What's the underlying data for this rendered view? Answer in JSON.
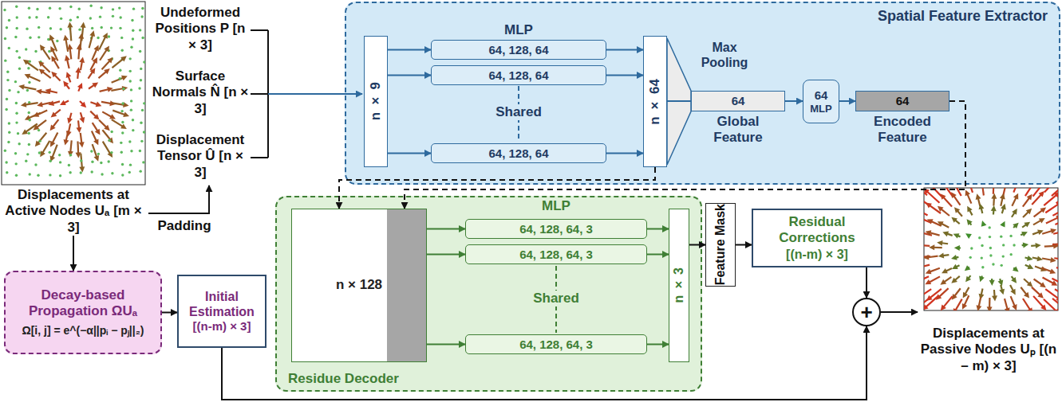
{
  "diagram": {
    "nodes": [
      {
        "text": [
          "Displacements at Active Nodes Uₐ [m × 3]"
        ]
      },
      {
        "text": [
          "Spatial Feature Extractor"
        ]
      },
      {
        "text": [
          "n × 9"
        ],
        "in": 1
      },
      {
        "text": [
          "64, 128, 64"
        ],
        "in": 1
      },
      {
        "text": [
          "64, 128, 64"
        ],
        "in": 1
      },
      {
        "text": [
          "64, 128, 64"
        ],
        "in": 1
      },
      {
        "text": [
          "n × 64"
        ],
        "in": 1
      },
      {
        "text": [
          "64",
          "Global Feature"
        ],
        "in": 1
      },
      {
        "text": [
          "64",
          "MLP"
        ],
        "in": 1
      },
      {
        "text": [
          "64",
          "Encoded Feature"
        ],
        "in": 1
      },
      {
        "text": [
          "Residue Decoder"
        ]
      },
      {
        "text": [
          "n × 128"
        ],
        "in": 10
      },
      {
        "text": [
          "64, 128, 64, 3"
        ],
        "in": 10
      },
      {
        "text": [
          "64, 128, 64, 3"
        ],
        "in": 10
      },
      {
        "text": [
          "64, 128, 64, 3"
        ],
        "in": 10
      },
      {
        "text": [
          "n × 3"
        ],
        "in": 10
      },
      {
        "text": [
          "Decay-based Propagation ΩUₐ",
          "Ω[i, j] = e^(−α||pᵢ − pⱼ||₂)"
        ]
      },
      {
        "text": [
          "Initial Estimation",
          "[(n-m) × 3]"
        ]
      },
      {
        "text": [
          "Feature Mask"
        ]
      },
      {
        "text": [
          "Residual Corrections",
          "[(n-m) × 3]"
        ]
      },
      {
        "text": [
          "+"
        ]
      },
      {
        "text": [
          "Displacements at Passive Nodes Uₚ [(n – m) × 3]"
        ]
      }
    ],
    "edges": [
      {
        "from": 2,
        "to": 3,
        "arrow": "to"
      },
      {
        "from": 2,
        "to": 4,
        "arrow": "to"
      },
      {
        "from": 2,
        "to": 5,
        "arrow": "to"
      },
      {
        "from": 3,
        "to": 6,
        "arrow": "to"
      },
      {
        "from": 4,
        "to": 6,
        "arrow": "to"
      },
      {
        "from": 5,
        "to": 6,
        "arrow": "to"
      },
      {
        "from": 6,
        "to": 7,
        "arrow": "none"
      },
      {
        "from": 7,
        "to": 8,
        "arrow": "to"
      },
      {
        "from": 8,
        "to": 9,
        "arrow": "to"
      },
      {
        "from": 6,
        "to": 11,
        "arrow": "to"
      },
      {
        "from": 9,
        "to": 11,
        "arrow": "to"
      },
      {
        "from": 11,
        "to": 12,
        "arrow": "to"
      },
      {
        "from": 11,
        "to": 13,
        "arrow": "to"
      },
      {
        "from": 11,
        "to": 14,
        "arrow": "to"
      },
      {
        "from": 12,
        "to": 15,
        "arrow": "to"
      },
      {
        "from": 13,
        "to": 15,
        "arrow": "to"
      },
      {
        "from": 14,
        "to": 15,
        "arrow": "to"
      },
      {
        "from": 15,
        "to": 18,
        "arrow": "to"
      },
      {
        "from": 18,
        "to": 19,
        "arrow": "to"
      },
      {
        "from": 19,
        "to": 20,
        "arrow": "to"
      },
      {
        "from": 17,
        "to": 20,
        "arrow": "to"
      },
      {
        "from": 20,
        "to": 21,
        "arrow": "to"
      },
      {
        "from": 0,
        "to": 16,
        "arrow": "to"
      },
      {
        "from": 16,
        "to": 17,
        "arrow": "to"
      }
    ],
    "labels": [
      "Undeformed Positions P [n × 3]",
      "Surface Normals N̂ [n × 3]",
      "Displacement Tensor Û [n × 3]",
      "Padding",
      "MLP",
      "Shared",
      "Max Pooling",
      "MLP",
      "Shared"
    ]
  }
}
